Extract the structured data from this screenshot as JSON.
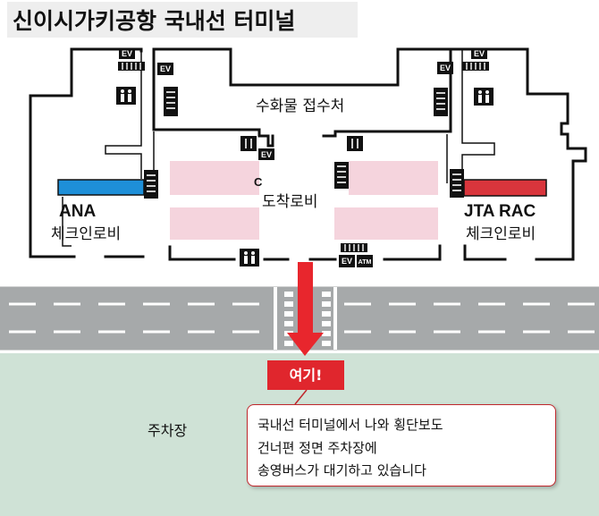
{
  "title": "신이시가키공항 국내선 터미널",
  "rooms": {
    "baggage": "수화물 접수처",
    "arrival": "도착로비",
    "ana_name": "ANA",
    "ana_desc": "체크인로비",
    "jta_name": "JTA RAC",
    "jta_desc": "체크인로비",
    "parking": "주차장"
  },
  "badges": {
    "ev": "EV",
    "atm": "ATM",
    "here": "여기!"
  },
  "callout": {
    "line1": "국내선 터미널에서 나와 횡단보도",
    "line2": "건너편 정면 주차장에",
    "line3": "송영버스가 대기하고 있습니다"
  },
  "colors": {
    "ana": "#1e8fd8",
    "jta": "#d9353c",
    "pink": "#f5d4dd",
    "road": "#a6a9aa",
    "parking": "#cfe2d6",
    "arrow": "#e8262d"
  },
  "icons": [
    "elevator-icon",
    "escalator-icon",
    "restroom-icon",
    "restaurant-icon",
    "atm-icon",
    "arrow-down-icon",
    "stairs-icon"
  ]
}
